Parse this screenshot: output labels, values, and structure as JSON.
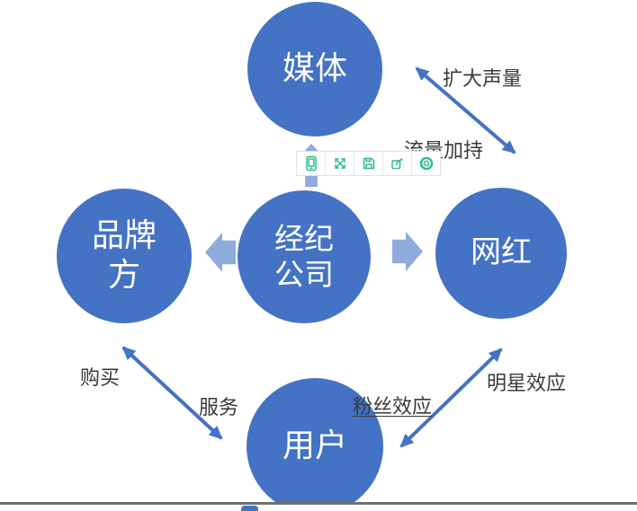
{
  "colors": {
    "circle_fill": "#4472C4",
    "block_arrow_fill": "#8FAADC",
    "double_arrow": "#4472C4",
    "circle_text": "#FFFFFF",
    "label_text": "#3A3A3A",
    "toolbar_icon_green": "#2EBD85",
    "slide_edge_line": "#6F6F6F"
  },
  "nodes": {
    "media": {
      "label": "媒体"
    },
    "brand": {
      "label": "品牌\n方"
    },
    "agency": {
      "label": "经纪\n公司"
    },
    "influencer": {
      "label": "网红"
    },
    "user": {
      "label": "用户"
    }
  },
  "labels": {
    "expand_voice": "扩大声量",
    "traffic_boost": "流量加持",
    "purchase": "购买",
    "service": "服务",
    "fan_effect": "粉丝效应",
    "star_effect": "明星效应"
  },
  "edges": [
    {
      "from": "agency",
      "to": "media",
      "type": "block-arrow-up"
    },
    {
      "from": "agency",
      "to": "brand",
      "type": "block-arrow-left"
    },
    {
      "from": "agency",
      "to": "influencer",
      "type": "block-arrow-right"
    },
    {
      "from": "media",
      "to": "influencer",
      "type": "double-arrow",
      "labels": [
        "扩大声量",
        "流量加持"
      ]
    },
    {
      "from": "brand",
      "to": "user",
      "type": "double-arrow",
      "labels": [
        "购买",
        "服务"
      ]
    },
    {
      "from": "user",
      "to": "influencer",
      "type": "double-arrow",
      "labels": [
        "粉丝效应",
        "明星效应"
      ]
    }
  ],
  "toolbar": {
    "icons": [
      "mobile-preview-icon",
      "fullscreen-icon",
      "save-icon",
      "share-icon",
      "settings-icon"
    ]
  }
}
